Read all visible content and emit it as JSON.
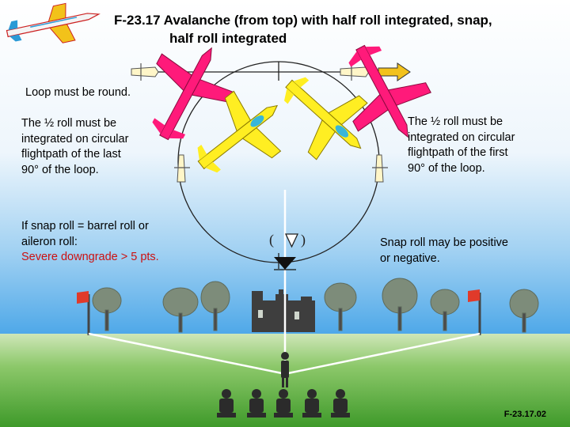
{
  "title": {
    "line1": "F-23.17 Avalanche (from top) with half roll integrated, snap,",
    "line2": "half roll integrated"
  },
  "notes": {
    "loop_round": "Loop must be round.",
    "left_half_roll": [
      "The ½ roll must be",
      "integrated on circular",
      "flightpath of the last",
      "90° of the loop."
    ],
    "right_half_roll": [
      "The ½ roll must be",
      "integrated on circular",
      "flightpath of the first",
      "90° of the loop."
    ],
    "snap_sign": [
      "Snap roll may be positive",
      "or negative."
    ],
    "downgrade": [
      "If snap roll = barrel roll or",
      "aileron roll:"
    ],
    "downgrade_penalty": "Severe downgrade > 5 pts."
  },
  "snap_symbol": {
    "open": "(",
    "close": ")"
  },
  "figure_code": "F-23.17.02",
  "colors": {
    "pink_plane": "#ff1a7a",
    "yellow_plane": "#ffee22",
    "sky": "#4aa6e8",
    "grass": "#5fae3a",
    "arrow_fill": "#f3c21c",
    "penalty_text": "#cc1111"
  }
}
